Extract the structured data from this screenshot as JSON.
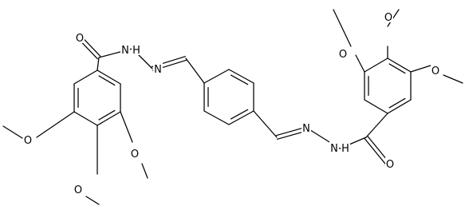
{
  "diagram": {
    "type": "chemical-structure",
    "atom_labels": {
      "o_carbonyl_left": "O",
      "nh_left": "N",
      "h_left": "H",
      "n_left": "N",
      "o_meo_left_1": "O",
      "o_meo_left_2": "O",
      "o_meo_left_3": "O",
      "o_carbonyl_right": "O",
      "nh_right": "N",
      "h_right": "H",
      "n_right": "N",
      "o_meo_right_1": "O",
      "o_meo_right_2": "O",
      "o_meo_right_3": "O"
    }
  }
}
